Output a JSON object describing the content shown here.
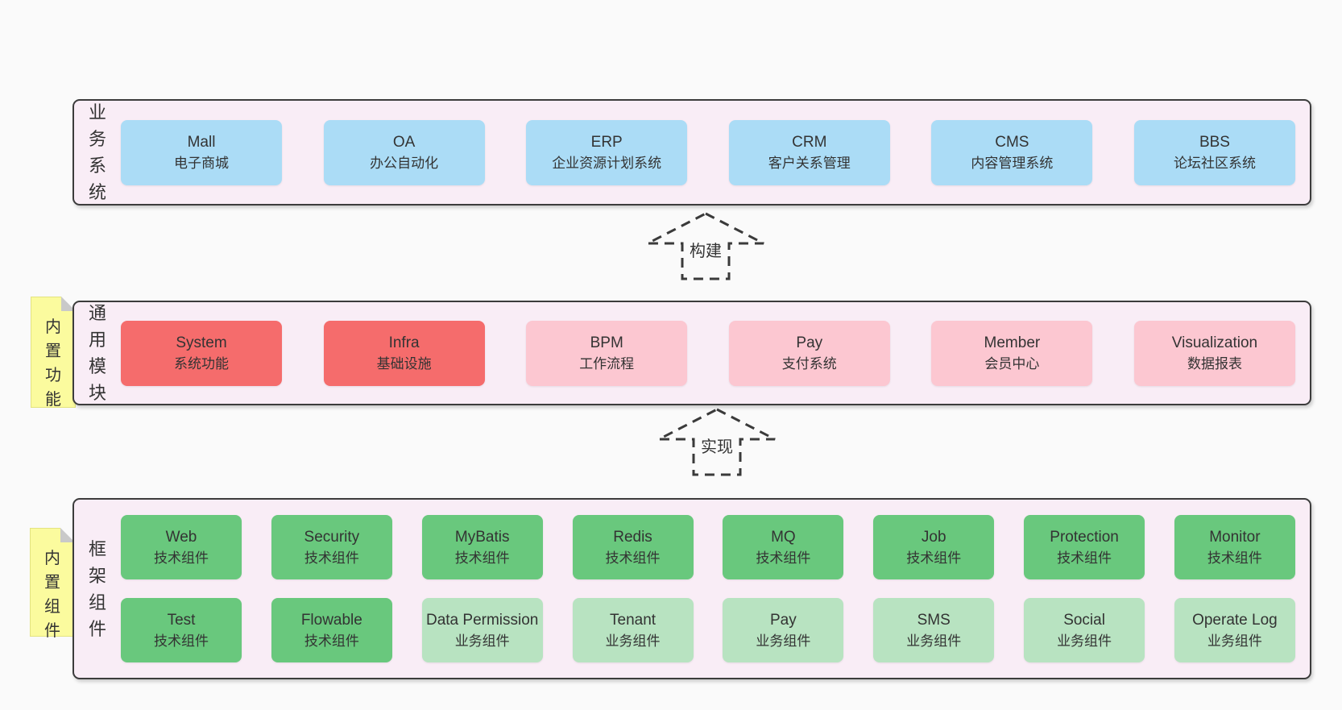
{
  "colors": {
    "page_bg": "#fafafa",
    "panel_bg": "#f9edf6",
    "panel_border": "#3c3c3c",
    "box_blue": "#abdcf6",
    "box_red": "#f56c6c",
    "box_pink": "#fcc7d1",
    "box_green": "#69c87d",
    "box_green_light": "#b8e3c1",
    "note_bg": "#fbfb9e",
    "note_fold": "#c9c9c9",
    "text": "#333333"
  },
  "arrows": [
    {
      "label": "构建"
    },
    {
      "label": "实现"
    }
  ],
  "panels": [
    {
      "label": "业务系统",
      "boxes": [
        {
          "name": "Mall",
          "desc": "电子商城"
        },
        {
          "name": "OA",
          "desc": "办公自动化"
        },
        {
          "name": "ERP",
          "desc": "企业资源计划系统"
        },
        {
          "name": "CRM",
          "desc": "客户关系管理"
        },
        {
          "name": "CMS",
          "desc": "内容管理系统"
        },
        {
          "name": "BBS",
          "desc": "论坛社区系统"
        }
      ]
    },
    {
      "label": "通用模块",
      "note": "内置功能",
      "boxes": [
        {
          "name": "System",
          "desc": "系统功能"
        },
        {
          "name": "Infra",
          "desc": "基础设施"
        },
        {
          "name": "BPM",
          "desc": "工作流程"
        },
        {
          "name": "Pay",
          "desc": "支付系统"
        },
        {
          "name": "Member",
          "desc": "会员中心"
        },
        {
          "name": "Visualization",
          "desc": "数据报表"
        }
      ]
    },
    {
      "label": "框架组件",
      "note": "内置组件",
      "rows": [
        [
          {
            "name": "Web",
            "desc": "技术组件"
          },
          {
            "name": "Security",
            "desc": "技术组件"
          },
          {
            "name": "MyBatis",
            "desc": "技术组件"
          },
          {
            "name": "Redis",
            "desc": "技术组件"
          },
          {
            "name": "MQ",
            "desc": "技术组件"
          },
          {
            "name": "Job",
            "desc": "技术组件"
          },
          {
            "name": "Protection",
            "desc": "技术组件"
          },
          {
            "name": "Monitor",
            "desc": "技术组件"
          }
        ],
        [
          {
            "name": "Test",
            "desc": "技术组件"
          },
          {
            "name": "Flowable",
            "desc": "技术组件"
          },
          {
            "name": "Data Permission",
            "desc": "业务组件"
          },
          {
            "name": "Tenant",
            "desc": "业务组件"
          },
          {
            "name": "Pay",
            "desc": "业务组件"
          },
          {
            "name": "SMS",
            "desc": "业务组件"
          },
          {
            "name": "Social",
            "desc": "业务组件"
          },
          {
            "name": "Operate Log",
            "desc": "业务组件"
          }
        ]
      ]
    }
  ]
}
